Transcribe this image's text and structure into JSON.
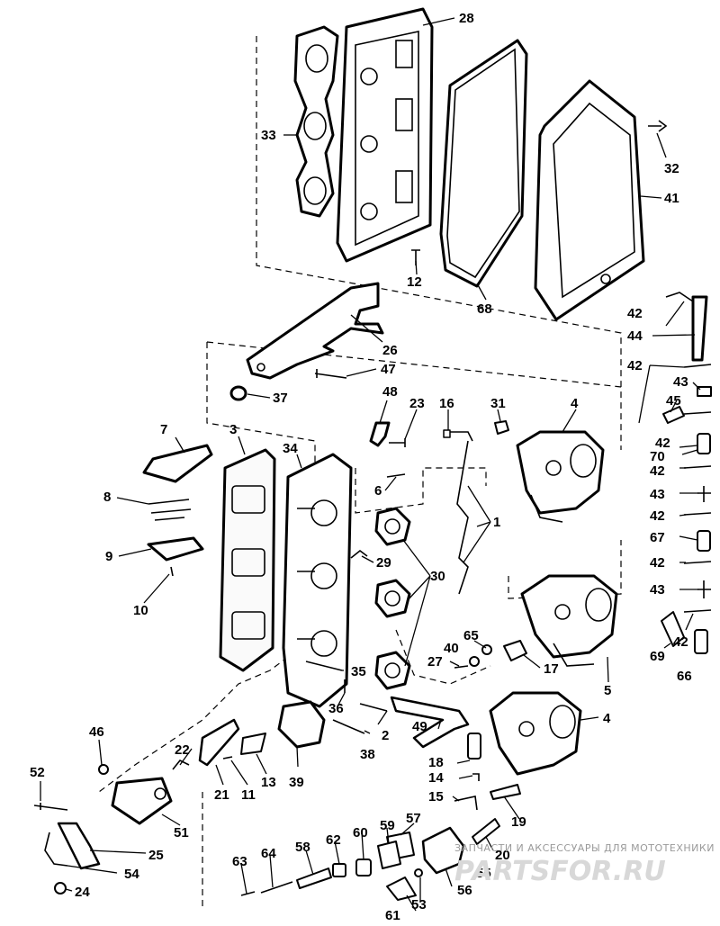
{
  "callouts": {
    "n1": "1",
    "n2": "2",
    "n3": "3",
    "n4a": "4",
    "n4b": "4",
    "n5": "5",
    "n6": "6",
    "n7": "7",
    "n8": "8",
    "n9": "9",
    "n10": "10",
    "n11": "11",
    "n12": "12",
    "n13": "13",
    "n14": "14",
    "n15": "15",
    "n16": "16",
    "n17": "17",
    "n18": "18",
    "n19": "19",
    "n20": "20",
    "n21": "21",
    "n22": "22",
    "n23": "23",
    "n24": "24",
    "n25": "25",
    "n26": "26",
    "n27": "27",
    "n28": "28",
    "n29": "29",
    "n30": "30",
    "n31": "31",
    "n32": "32",
    "n33": "33",
    "n34": "34",
    "n35": "35",
    "n36": "36",
    "n37": "37",
    "n38": "38",
    "n39": "39",
    "n40": "40",
    "n41": "41",
    "n42a": "42",
    "n42b": "42",
    "n42c": "42",
    "n42d": "42",
    "n42e": "42",
    "n42f": "42",
    "n42g": "42",
    "n43a": "43",
    "n43b": "43",
    "n43c": "43",
    "n44": "44",
    "n45": "45",
    "n46": "46",
    "n47": "47",
    "n48": "48",
    "n49": "49",
    "n51": "51",
    "n52": "52",
    "n53": "53",
    "n54": "54",
    "n55": "55",
    "n56": "56",
    "n57": "57",
    "n58": "58",
    "n59": "59",
    "n60": "60",
    "n61": "61",
    "n62": "62",
    "n63": "63",
    "n64": "64",
    "n65": "65",
    "n66": "66",
    "n67": "67",
    "n68": "68",
    "n69": "69",
    "n70": "70"
  },
  "watermark": {
    "caption": "ЗАПЧАСТИ И АКСЕССУАРЫ ДЛЯ МОТОТЕХНИКИ",
    "brand": "PARTSFOR.RU"
  }
}
